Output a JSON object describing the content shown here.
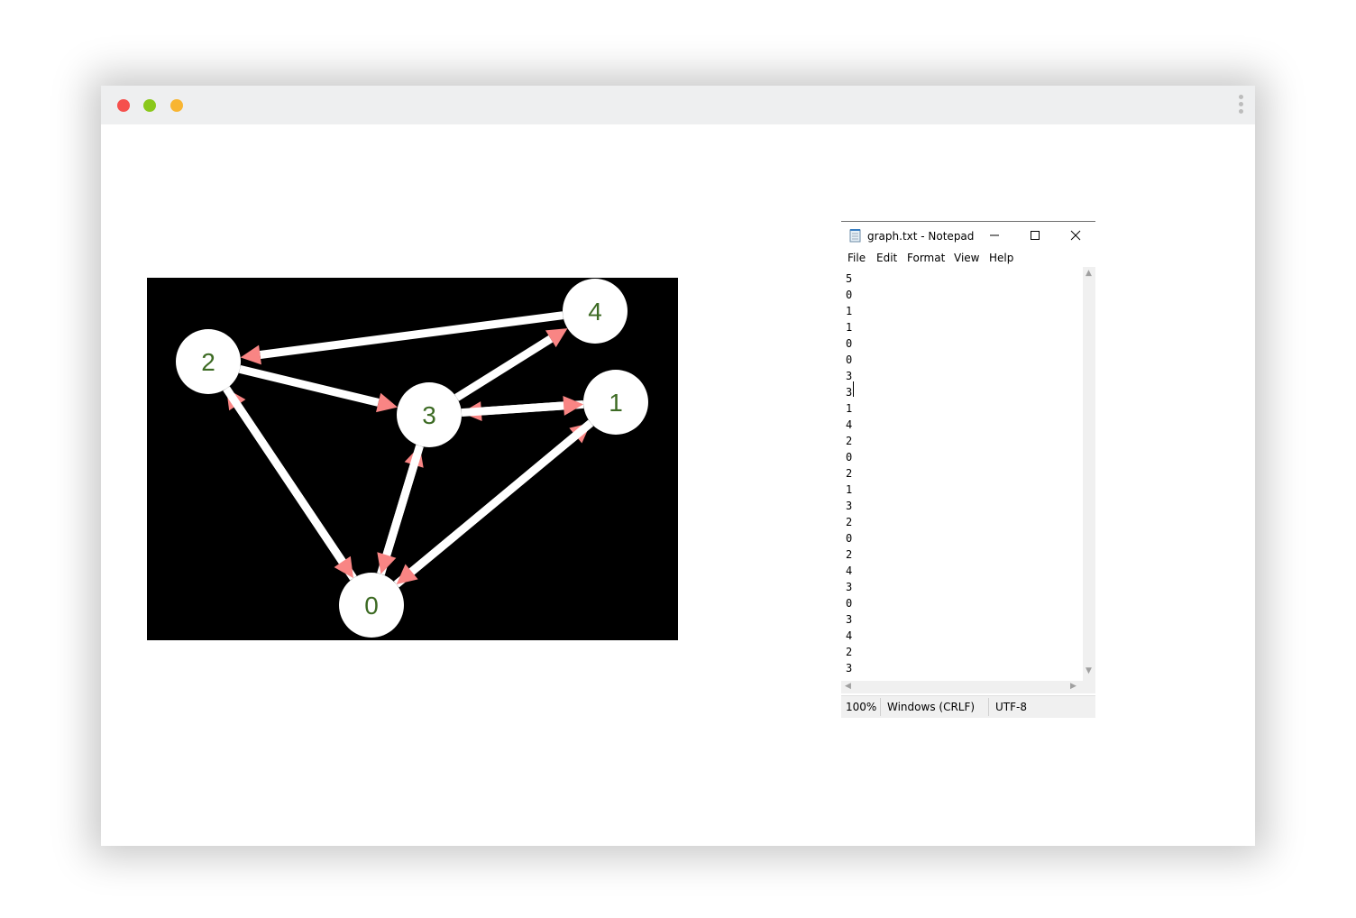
{
  "graph": {
    "nodes": [
      {
        "id": "0",
        "label": "0"
      },
      {
        "id": "1",
        "label": "1"
      },
      {
        "id": "2",
        "label": "2"
      },
      {
        "id": "3",
        "label": "3"
      },
      {
        "id": "4",
        "label": "4"
      }
    ],
    "edges": [
      {
        "from": "4",
        "to": "2"
      },
      {
        "from": "2",
        "to": "3"
      },
      {
        "from": "3",
        "to": "4"
      },
      {
        "from": "1",
        "to": "3"
      },
      {
        "from": "3",
        "to": "1"
      },
      {
        "from": "0",
        "to": "2"
      },
      {
        "from": "2",
        "to": "0"
      },
      {
        "from": "0",
        "to": "3"
      },
      {
        "from": "3",
        "to": "0"
      },
      {
        "from": "0",
        "to": "1"
      },
      {
        "from": "1",
        "to": "0"
      }
    ],
    "colors": {
      "background": "#000000",
      "edge": "#ffffff",
      "arrowhead": "#f98584",
      "node": "#ffffff",
      "label": "#3d6b24"
    }
  },
  "notepad": {
    "title": "graph.txt - Notepad",
    "icon": "notepad-icon",
    "menu": [
      "File",
      "Edit",
      "Format",
      "View",
      "Help"
    ],
    "lines": [
      "5",
      "0",
      "1",
      "1",
      "0",
      "0",
      "3",
      "3",
      "1",
      "4",
      "2",
      "0",
      "2",
      "1",
      "3",
      "2",
      "0",
      "2",
      "4",
      "3",
      "0",
      "3",
      "4",
      "2",
      "3"
    ],
    "status": {
      "zoom": "100%",
      "line_ending": "Windows (CRLF)",
      "encoding": "UTF-8"
    }
  },
  "window": {
    "traffic_lights": [
      "close",
      "minimize",
      "maximize"
    ],
    "colors": {
      "red": "#f5504d",
      "green": "#8ac81b",
      "yellow": "#f8b532",
      "titlebar": "#eeeff0"
    }
  }
}
